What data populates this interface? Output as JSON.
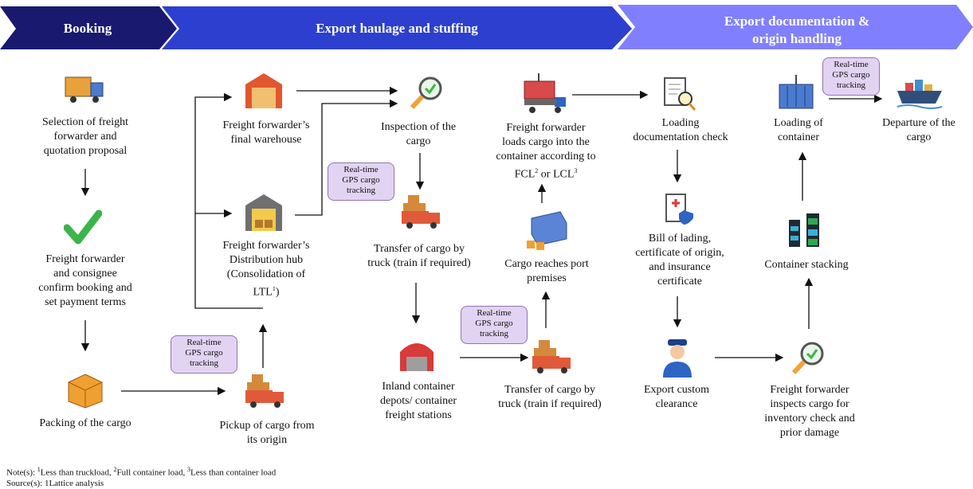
{
  "banners": {
    "booking": "Booking",
    "haulage": "Export haulage and stuffing",
    "documentation": "Export documentation &\norigin handling"
  },
  "colors": {
    "navy": "#191970",
    "blue": "#2c3fcf",
    "light_blue": "#8080ff",
    "bubble": "#e2d3f2"
  },
  "nodes": {
    "selection": "Selection of freight\nforwarder and\nquotation proposal",
    "confirm": "Freight forwarder\nand consignee\nconfirm booking and\nset payment terms",
    "packing": "Packing of the cargo",
    "pickup": "Pickup of cargo from\nits origin",
    "final_warehouse": "Freight forwarder’s\nfinal warehouse",
    "hub_line1": "Freight forwarder’s\nDistribution hub\n(Consolidation of\nLTL",
    "hub_sup": "1",
    "hub_end": ")",
    "inspection": "Inspection of the\ncargo",
    "transfer1": "Transfer of cargo by\ntruck (train if required)",
    "icd": "Inland container\ndepots/ container\nfreight stations",
    "transfer2": "Transfer of cargo by\ntruck (train if required)",
    "port": "Cargo reaches port\npremises",
    "loads_text": "Freight forwarder\nloads cargo into the\ncontainer according to\nFCL",
    "loads_sup2": "2",
    "loads_or": " or LCL",
    "loads_sup3": "3",
    "loading_doc": "Loading\ndocumentation check",
    "bill": "Bill of lading,\ncertificate of origin,\nand insurance\ncertificate",
    "customs": "Export custom\nclearance",
    "ff_inspects": "Freight forwarder\ninspects cargo for\ninventory check and\nprior damage",
    "stacking": "Container stacking",
    "loading_container": "Loading of\ncontainer",
    "departure": "Departure of the\ncargo"
  },
  "gps_label": "Real-time\nGPS cargo\ntracking",
  "notes": {
    "note_prefix": "Note(s): ",
    "n1": "1",
    "n1_text": "Less than truckload, ",
    "n2": "2",
    "n2_text": "Full container load, ",
    "n3": "3",
    "n3_text": "Less than container load",
    "source": "Source(s): 1Lattice analysis"
  }
}
